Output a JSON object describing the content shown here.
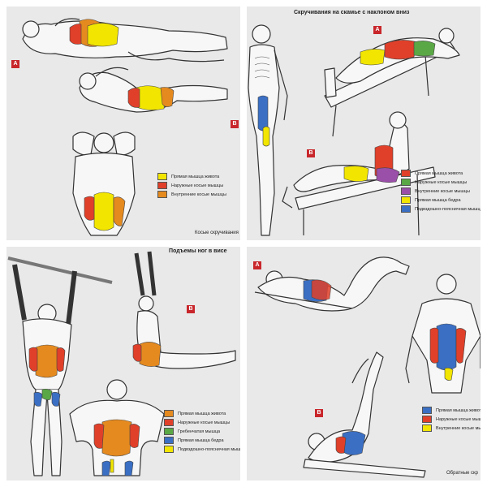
{
  "colors": {
    "yellow": "#f2e600",
    "red": "#e0402a",
    "orange": "#e58a1f",
    "green": "#5aa845",
    "purple": "#9a4fa8",
    "blue": "#3a6fc4",
    "marker": "#c8262b"
  },
  "panels": {
    "p1": {
      "marker_a": "A",
      "marker_b": "B",
      "caption": "Косые скручивания",
      "legend": [
        {
          "label": "Прямая мышца живота",
          "color": "#f2e600"
        },
        {
          "label": "Наружные косые мышцы",
          "color": "#e0402a"
        },
        {
          "label": "Внутренние косые мышцы",
          "color": "#e58a1f"
        }
      ]
    },
    "p2": {
      "title": "Скручивания на скамье с наклоном вниз",
      "marker_a": "A",
      "marker_b": "B",
      "legend": [
        {
          "label": "Прямая мышца живота",
          "color": "#e0402a"
        },
        {
          "label": "Наружные косые мышцы",
          "color": "#5aa845"
        },
        {
          "label": "Внутренние косые мышцы",
          "color": "#9a4fa8"
        },
        {
          "label": "Прямая мышца бедра",
          "color": "#f2e600"
        },
        {
          "label": "Подвздошно-поясничная мышца бедра",
          "color": "#3a6fc4"
        }
      ]
    },
    "p3": {
      "title": "Подъемы ног в висе",
      "marker_b": "B",
      "legend": [
        {
          "label": "Прямая мышца живота",
          "color": "#e58a1f"
        },
        {
          "label": "Наружные косые мышцы",
          "color": "#e0402a"
        },
        {
          "label": "Гребенчатая мышца",
          "color": "#5aa845"
        },
        {
          "label": "Прямая мышца бедра",
          "color": "#3a6fc4"
        },
        {
          "label": "Подвздошно-поясничная мышца бедра",
          "color": "#f2e600"
        }
      ]
    },
    "p4": {
      "marker_a": "A",
      "marker_b": "B",
      "caption": "Обратные скр",
      "legend": [
        {
          "label": "Прямая мышца живота",
          "color": "#3a6fc4"
        },
        {
          "label": "Наружные косые мышцы",
          "color": "#e0402a"
        },
        {
          "label": "Внутренние косые мышцы",
          "color": "#f2e600"
        }
      ]
    }
  }
}
